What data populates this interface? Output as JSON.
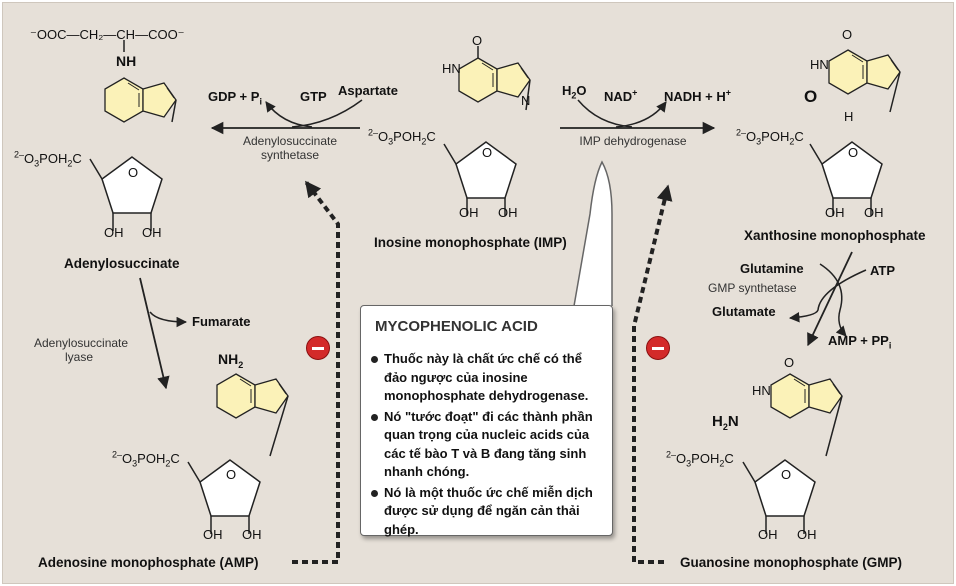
{
  "labels": {
    "imp": "Inosine monophosphate (IMP)",
    "adenylosuccinate": "Adenylosuccinate",
    "xmp": "Xanthosine monophosphate",
    "amp": "Adenosine monophosphate (AMP)",
    "gmp": "Guanosine monophosphate (GMP)"
  },
  "enzymes": {
    "adss": "Adenylosuccinate synthetase",
    "impdh": "IMP dehydrogenase",
    "adsl": "Adenylosuccinate lyase",
    "gmps": "GMP synthetase"
  },
  "reagents": {
    "gdp": "GDP + P",
    "gdp_sub": "i",
    "gtp": "GTP",
    "aspartate": "Aspartate",
    "h2o_h": "H",
    "h2o_sub": "2",
    "h2o_o": "O",
    "nad": "NAD",
    "nad_sup": "+",
    "nadh": "NADH + H",
    "nadh_sup": "+",
    "fumarate": "Fumarate",
    "glutamine": "Glutamine",
    "atp": "ATP",
    "glutamate": "Glutamate",
    "amp_ppi": "AMP + PP",
    "amp_ppi_sub": "i"
  },
  "chem_text": {
    "phos_pre": "2–",
    "phos_o": "O",
    "phos_sub": "3",
    "phos_rest": "POH",
    "phos_sub2": "2",
    "phos_c": "C",
    "oh": "OH",
    "o": "O",
    "n": "N",
    "h": "H",
    "hn": "HN",
    "nh": "NH",
    "nh2": "NH",
    "nh2_sub": "2",
    "h2n": "H",
    "h2n_sub": "2",
    "h2n_n": "N",
    "succinyl": "⁻OOC—CH₂—CH—COO⁻"
  },
  "callout": {
    "title": "MYCOPHENOLIC ACID",
    "items": [
      "Thuốc này là chất ức chế có thể đảo ngược của inosine monophosphate dehydrogenase.",
      "Nó \"tước đoạt\" đi các thành phần quan trọng của nucleic acids của các tế bào T và B đang tăng sinh nhanh chóng.",
      "Nó là một thuốc ức chế miễn dịch được sử dụng để ngăn cản thải ghép."
    ]
  },
  "colors": {
    "background": "#e6e0d8",
    "inhibit": "#d32a2a",
    "ring_fill": "#fbf2b8"
  }
}
